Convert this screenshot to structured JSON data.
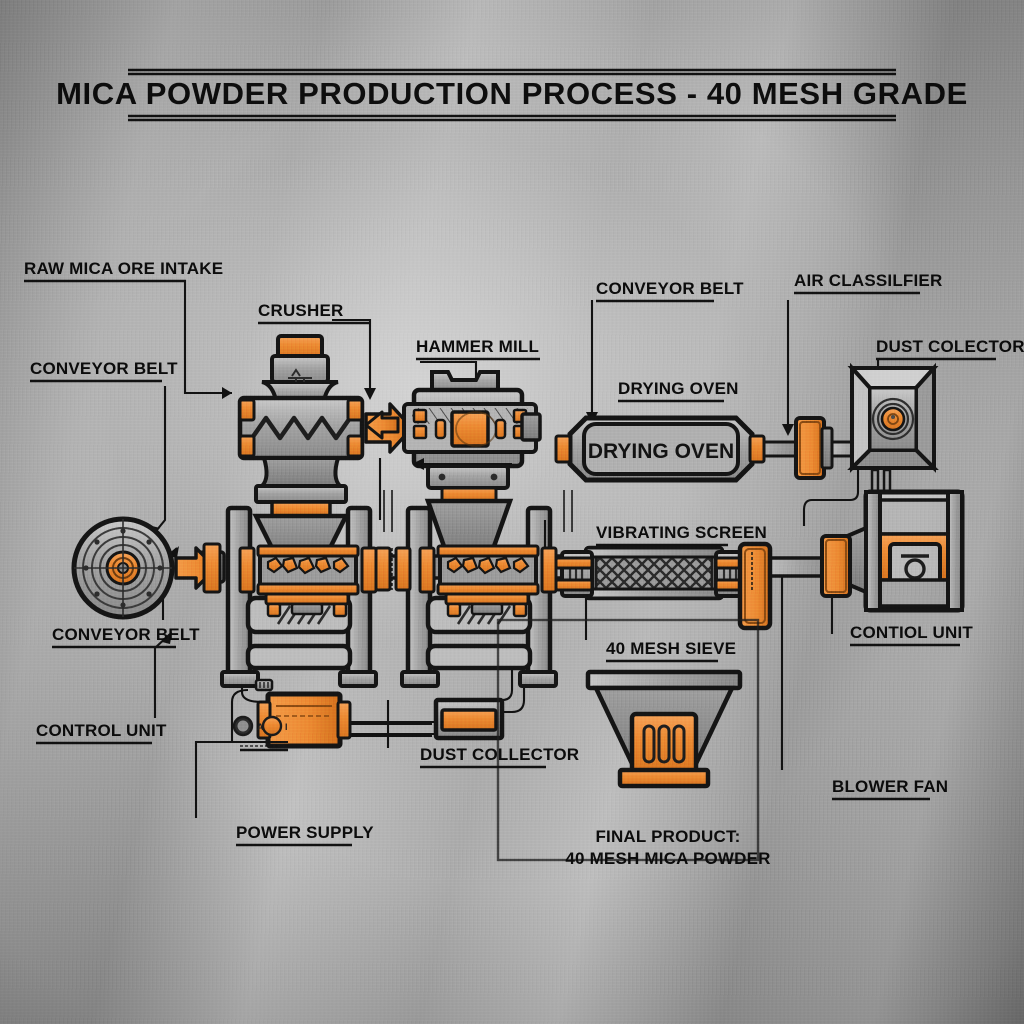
{
  "title": "MICA POWDER PRODUCTION PROCESS - 40 MESH GRADE",
  "accent_color": "#ED8A33",
  "metal_color": "#A6A6A6",
  "outline_color": "#141414",
  "labels": {
    "raw_mica_ore_intake": "RAW MICA ORE INTAKE",
    "conveyor_belt_upper_left": "CONVEYOR BELT",
    "crusher": "CRUSHER",
    "hammer_mill": "HAMMER MILL",
    "conveyor_belt_center": "CONVEYOR BELT",
    "air_classifier": "AIR CLASSILFIER",
    "dust_collector_top": "DUST COLECTOR",
    "drying_oven": "DRYING OVEN",
    "vibrating_screen": "VIBRATING SCREEN",
    "conveyor_belt_lower_left": "CONVEYOR BELT",
    "control_unit_left": "CONTROL UNIT",
    "control_unit_right": "CONTIOL UNIT",
    "power_supply": "POWER SUPPLY",
    "dust_collector_bottom": "DUST COLLECTOR",
    "sieve_40_mesh": "40 MESH SIEVE",
    "blower_fan": "BLOWER FAN",
    "final_product_line1": "FINAL PRODUCT:",
    "final_product_line2": "40 MESH MICA POWDER"
  },
  "machine_text": {
    "drying_oven_body": "DRYING OVEN"
  },
  "icons": {
    "pulley": "pulley-wheel-icon",
    "arrow_flow": "flow-arrow-icon",
    "mesh": "mesh-screen-icon",
    "indicator_lamp": "indicator-lamp-icon",
    "fan": "fan-icon"
  }
}
